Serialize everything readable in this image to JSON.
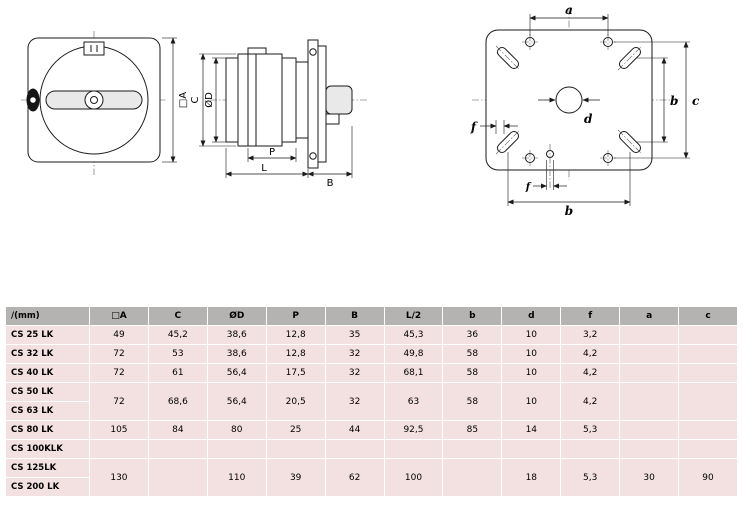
{
  "drawings": {
    "front_view": {
      "dim_labels": {
        "a_side": "□A"
      }
    },
    "side_view": {
      "dim_labels": {
        "c": "C",
        "od": "ØD",
        "p": "P",
        "l": "L",
        "b": "B"
      }
    },
    "mounting_view": {
      "dim_labels": {
        "a": "a",
        "b_right": "b",
        "c": "c",
        "d": "d",
        "f_left": "f",
        "f_bottom": "f",
        "b_bottom": "b"
      }
    }
  },
  "table": {
    "unit_header": "/(mm)",
    "headers": [
      "□A",
      "C",
      "ØD",
      "P",
      "B",
      "L/2",
      "b",
      "d",
      "f",
      "a",
      "c"
    ],
    "rows": [
      {
        "label": "CS 25 LK",
        "rowspan": 1,
        "values": [
          "49",
          "45,2",
          "38,6",
          "12,8",
          "35",
          "45,3",
          "36",
          "10",
          "3,2",
          "",
          ""
        ]
      },
      {
        "label": "CS 32 LK",
        "rowspan": 1,
        "values": [
          "72",
          "53",
          "38,6",
          "12,8",
          "32",
          "49,8",
          "58",
          "10",
          "4,2",
          "",
          ""
        ]
      },
      {
        "label": "CS 40 LK",
        "rowspan": 1,
        "values": [
          "72",
          "61",
          "56,4",
          "17,5",
          "32",
          "68,1",
          "58",
          "10",
          "4,2",
          "",
          ""
        ]
      },
      {
        "label": "CS 50 LK",
        "rowspan": 2,
        "values": [
          "72",
          "68,6",
          "56,4",
          "20,5",
          "32",
          "63",
          "58",
          "10",
          "4,2",
          "",
          ""
        ]
      },
      {
        "label": "CS 63 LK",
        "rowspan": 1,
        "values": null
      },
      {
        "label": "CS 80 LK",
        "rowspan": 1,
        "values": [
          "105",
          "84",
          "80",
          "25",
          "44",
          "92,5",
          "85",
          "14",
          "5,3",
          "",
          ""
        ]
      },
      {
        "label": "CS 100KLK",
        "rowspan": 1,
        "values": [
          "",
          "",
          "",
          "",
          "",
          "",
          "",
          "",
          "",
          "",
          ""
        ]
      },
      {
        "label": "CS 125LK",
        "rowspan": 2,
        "values": [
          "130",
          "",
          "110",
          "39",
          "62",
          "100",
          "",
          "18",
          "5,3",
          "30",
          "90"
        ]
      },
      {
        "label": "CS 200 LK",
        "rowspan": 1,
        "values": null
      }
    ],
    "colors": {
      "header_bg": "#b5b2b2",
      "row_bg": "#f3e1e1",
      "grid": "#ffffff"
    }
  }
}
